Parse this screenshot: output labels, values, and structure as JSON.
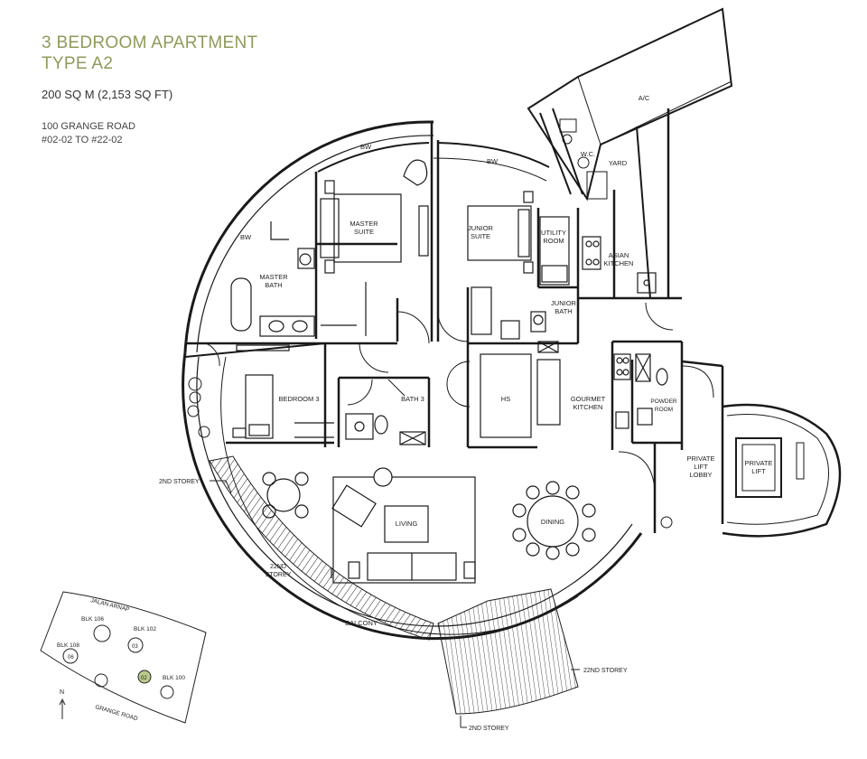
{
  "header": {
    "title_line1": "3 BEDROOM APARTMENT",
    "title_line2": "TYPE A2",
    "size": "200 SQ M (2,153 SQ FT)",
    "address_line1": "100 GRANGE ROAD",
    "address_line2": "#02-02 TO #22-02"
  },
  "rooms": {
    "ac": "A/C",
    "wc": "W.C.",
    "yard": "YARD",
    "bw_top_left": "BW",
    "bw_top_mid": "BW",
    "bw_left": "BW",
    "master_suite_1": "MASTER",
    "master_suite_2": "SUITE",
    "master_bath_1": "MASTER",
    "master_bath_2": "BATH",
    "junior_suite_1": "JUNIOR",
    "junior_suite_2": "SUITE",
    "utility_1": "UTILITY",
    "utility_2": "ROOM",
    "asian_kitchen_1": "ASIAN",
    "asian_kitchen_2": "KITCHEN",
    "junior_bath_1": "JUNIOR",
    "junior_bath_2": "BATH",
    "bedroom3": "BEDROOM 3",
    "bath3": "BATH 3",
    "hs": "HS",
    "gourmet_1": "GOURMET",
    "gourmet_2": "KITCHEN",
    "powder_1": "POWDER",
    "powder_2": "ROOM",
    "lift_lobby_1": "PRIVATE",
    "lift_lobby_2": "LIFT",
    "lift_lobby_3": "LOBBY",
    "private_lift_1": "PRIVATE",
    "private_lift_2": "LIFT",
    "living": "LIVING",
    "dining": "DINING",
    "balcony": "BALCONY"
  },
  "callouts": {
    "second_storey_left": "2ND STOREY",
    "storey22_left_1": "22ND",
    "storey22_left_2": "STOREY",
    "storey22_right": "22ND STOREY",
    "second_storey_bottom": "2ND STOREY"
  },
  "key_plan": {
    "road_top": "JALAN ARNAP",
    "road_bottom": "GRANGE ROAD",
    "blk106": "BLK 106",
    "blk102": "BLK 102",
    "blk108": "BLK 108",
    "blk100": "BLK 100",
    "unit02": "02",
    "unit03": "03",
    "unit06": "06",
    "north": "N",
    "highlight_color": "#b9c98a"
  },
  "colors": {
    "title": "#8f9a5a",
    "lines": "#1a1a1a"
  }
}
